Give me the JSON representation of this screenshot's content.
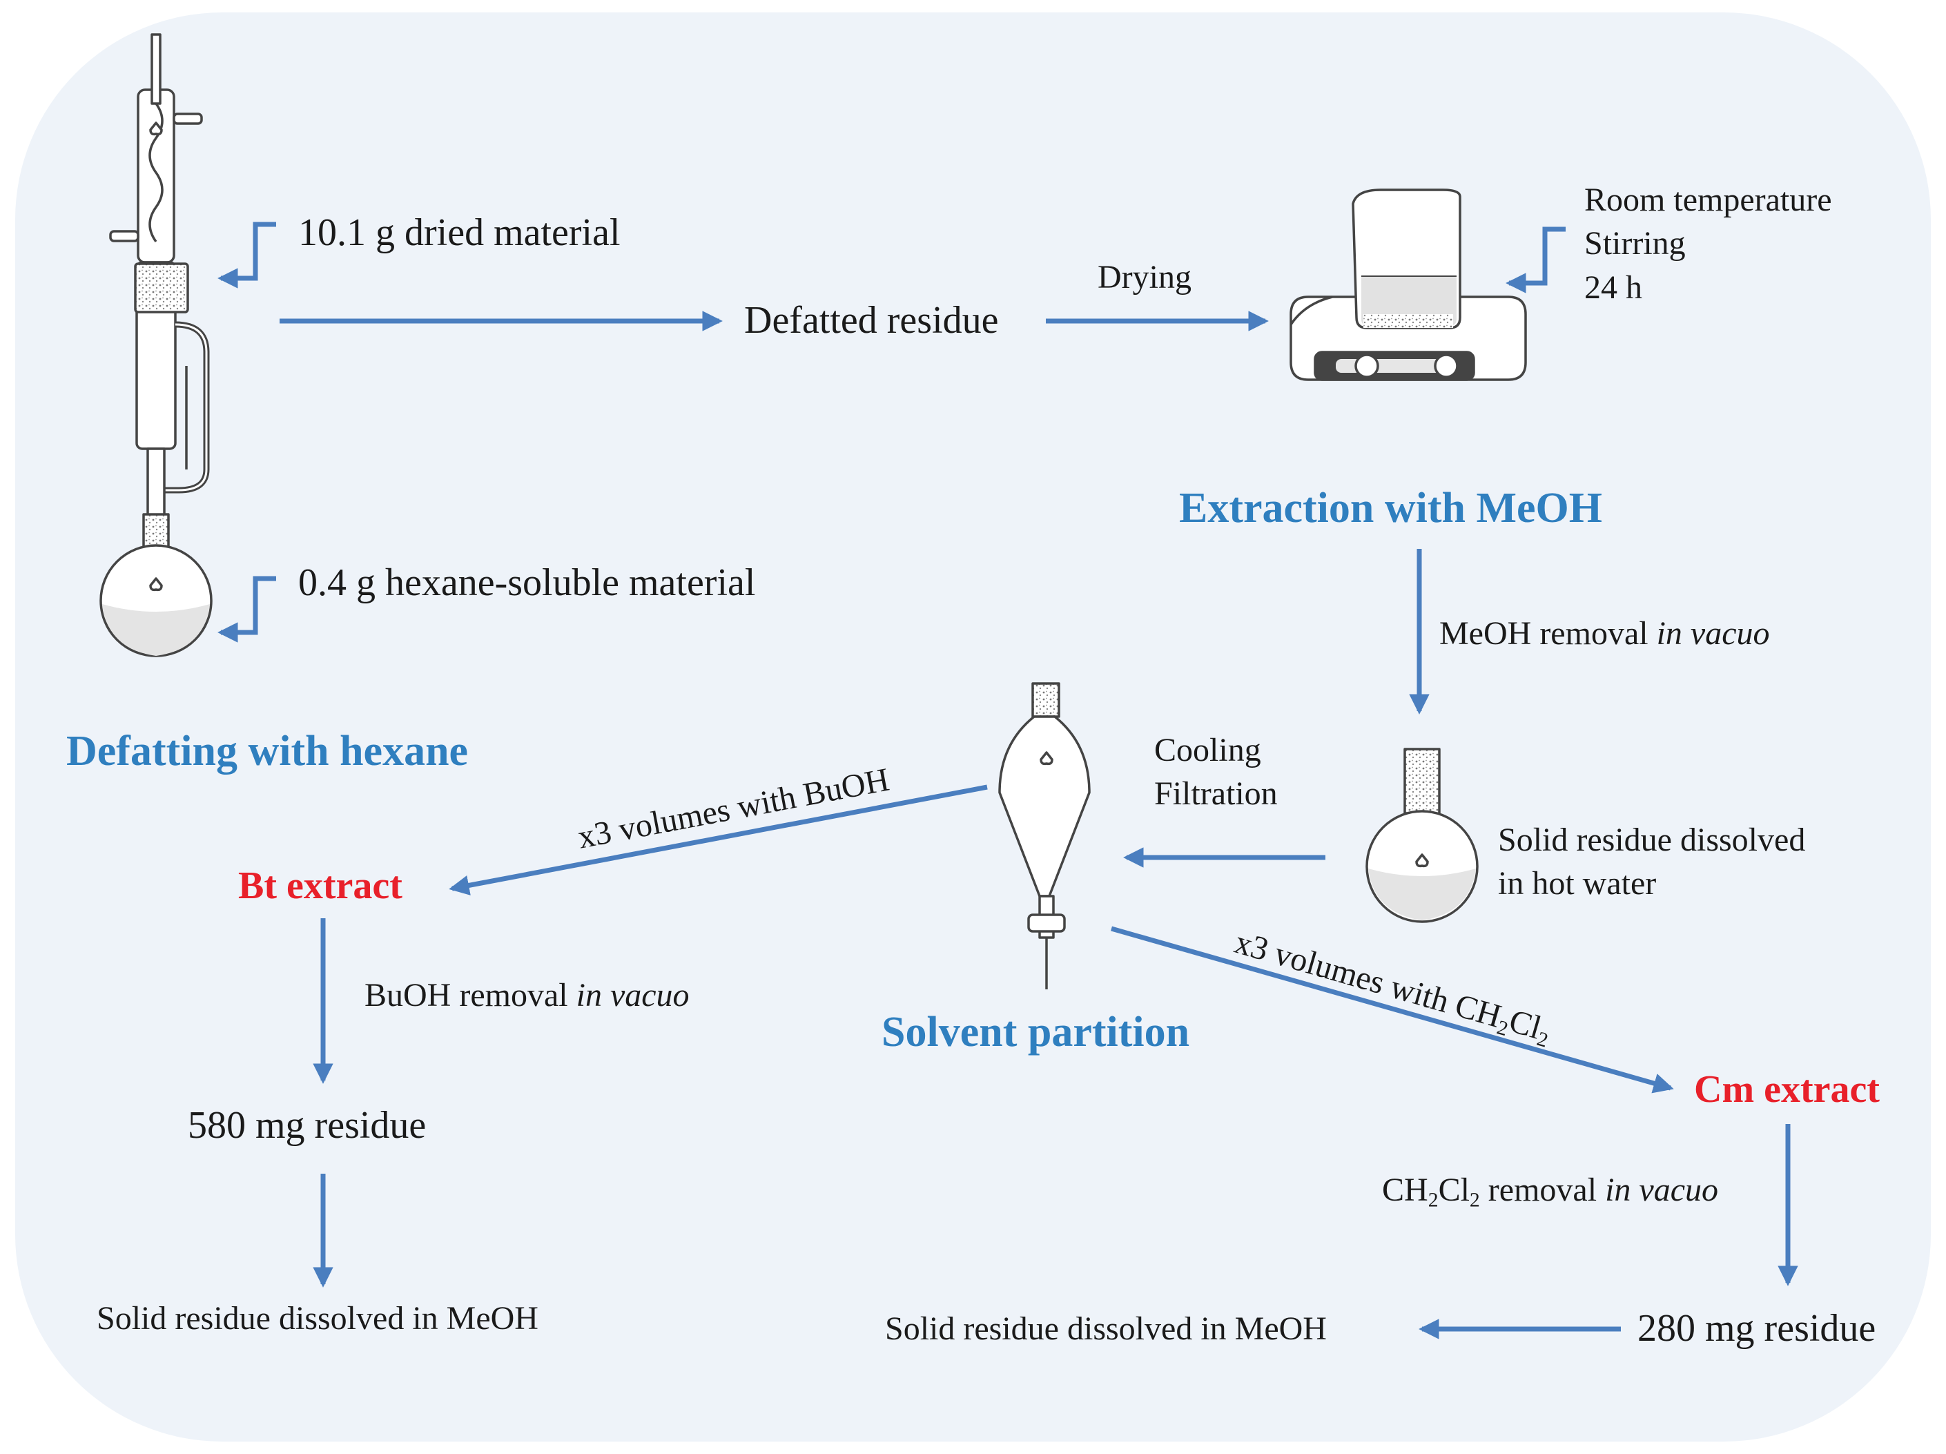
{
  "colors": {
    "background": "#eef3f9",
    "arrow": "#4a7ebf",
    "title": "#2f7fbf",
    "highlight": "#e8202a",
    "text": "#1a1a1a",
    "glass": "#444444"
  },
  "icons": [
    "soxhlet-extractor-icon",
    "round-bottom-flask-icon",
    "beaker-on-hotplate-stirrer-icon",
    "separatory-funnel-icon"
  ],
  "defatting": {
    "title": "Defatting with hexane",
    "dried_material": "10.1 g dried material",
    "hexane_soluble": "0.4 g hexane-soluble  material",
    "defatted_residue": "Defatted residue"
  },
  "drying": "Drying",
  "extraction": {
    "title": "Extraction with MeOH",
    "conditions": [
      "Room temperature",
      "Stirring",
      "24 h"
    ],
    "removal_prefix": "MeOH removal ",
    "removal_italic": "in vacuo"
  },
  "hot_water": {
    "line1": "Solid residue dissolved",
    "line2": "in hot water"
  },
  "cooling": [
    "Cooling",
    "Filtration"
  ],
  "partition": {
    "title": "Solvent partition",
    "buoh_label": "x3 volumes  with BuOH",
    "ch2cl2_prefix": "x3 volumes  with CH",
    "ch2cl2_sub1": "2",
    "ch2cl2_mid": "Cl",
    "ch2cl2_sub2": "2"
  },
  "bt": {
    "title": "Bt extract",
    "removal_prefix": "BuOH removal ",
    "removal_italic": "in vacuo",
    "residue": "580 mg residue",
    "final": "Solid residue dissolved  in MeOH"
  },
  "cm": {
    "title": "Cm extract",
    "removal_ch": "CH",
    "removal_sub1": "2",
    "removal_cl": "Cl",
    "removal_sub2": "2",
    "removal_mid": " removal ",
    "removal_italic": "in vacuo",
    "residue": "280 mg residue",
    "final": "Solid residue dissolved  in MeOH"
  }
}
